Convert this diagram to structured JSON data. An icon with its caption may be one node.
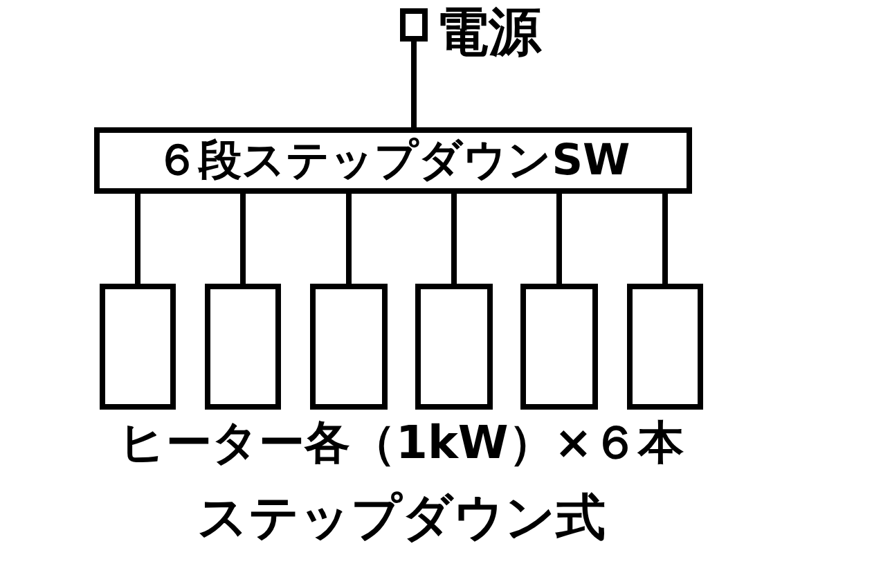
{
  "diagram": {
    "nodes": [
      {
        "text": [],
        "shape": "box",
        "beside": [
          "電源"
        ]
      },
      {
        "text": [
          "６段ステップダウンSW"
        ]
      },
      {
        "text": [],
        "shape": "box"
      },
      {
        "text": [],
        "shape": "box"
      },
      {
        "text": [],
        "shape": "box"
      },
      {
        "text": [],
        "shape": "box"
      },
      {
        "text": [],
        "shape": "box"
      },
      {
        "text": [],
        "shape": "box"
      }
    ],
    "edges": [
      {
        "from": 0,
        "to": 1,
        "arrow": "none"
      },
      {
        "from": 1,
        "to": 2,
        "arrow": "none"
      },
      {
        "from": 1,
        "to": 3,
        "arrow": "none"
      },
      {
        "from": 1,
        "to": 4,
        "arrow": "none"
      },
      {
        "from": 1,
        "to": 5,
        "arrow": "none"
      },
      {
        "from": 1,
        "to": 6,
        "arrow": "none"
      },
      {
        "from": 1,
        "to": 7,
        "arrow": "none"
      }
    ],
    "labels": [
      "ヒーター各（1kW）×６本",
      "ステップダウン式"
    ]
  }
}
